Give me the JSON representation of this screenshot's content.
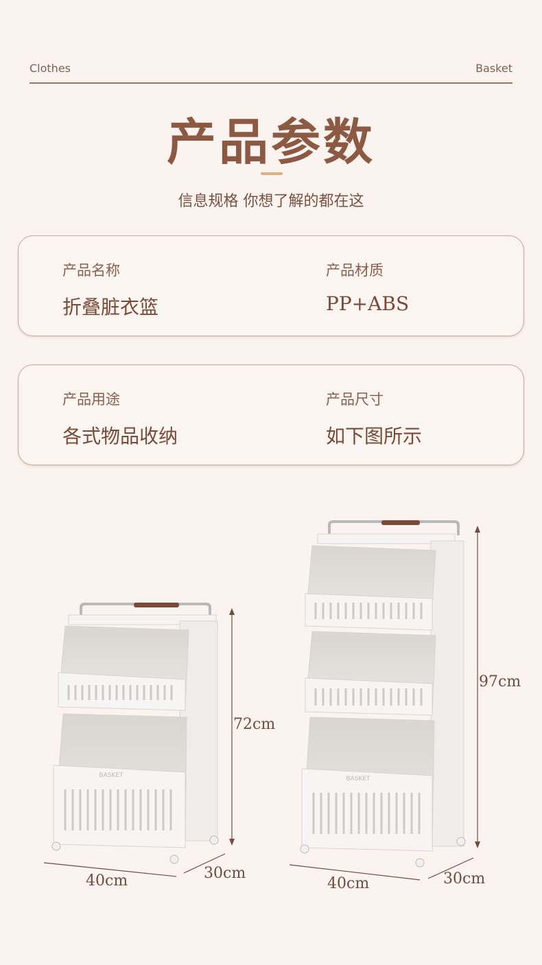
{
  "header": {
    "left": "Clothes",
    "right": "Basket"
  },
  "title": "产品参数",
  "subtitle": "信息规格 你想了解的都在这",
  "specs": [
    {
      "label": "产品名称",
      "value": "折叠脏衣篮"
    },
    {
      "label": "产品材质",
      "value": "PP+ABS"
    },
    {
      "label": "产品用途",
      "value": "各式物品收纳"
    },
    {
      "label": "产品尺寸",
      "value": "如下图所示"
    }
  ],
  "products": {
    "small": {
      "height": "72cm",
      "width": "40cm",
      "depth": "30cm",
      "logo": "BASKET"
    },
    "large": {
      "height": "97cm",
      "width": "40cm",
      "depth": "30cm",
      "logo": "BASKET"
    }
  },
  "colors": {
    "background": "#faf3ef",
    "accent": "#8c5a43",
    "dash": "#e0b27a",
    "handle": "#7a4a36"
  }
}
